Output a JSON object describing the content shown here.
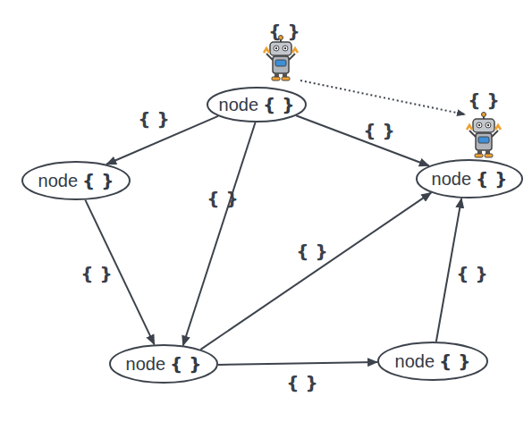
{
  "diagram": {
    "nodes": [
      {
        "text": [
          "node",
          "{ }"
        ]
      },
      {
        "text": [
          "node",
          "{ }"
        ]
      },
      {
        "text": [
          "node",
          "{ }"
        ]
      },
      {
        "text": [
          "node",
          "{ }"
        ]
      },
      {
        "text": [
          "node",
          "{ }"
        ]
      }
    ],
    "edges": [
      {
        "from": 0,
        "to": 1,
        "arrow": "to",
        "label": "{ }"
      },
      {
        "from": 0,
        "to": 3,
        "arrow": "to",
        "label": "{ }"
      },
      {
        "from": 0,
        "to": 2,
        "arrow": "to",
        "label": "{ }"
      },
      {
        "from": 1,
        "to": 3,
        "arrow": "to",
        "label": "{ }"
      },
      {
        "from": 3,
        "to": 2,
        "arrow": "to",
        "label": "{ }"
      },
      {
        "from": 3,
        "to": 4,
        "arrow": "to",
        "label": "{ }"
      },
      {
        "from": 4,
        "to": 2,
        "arrow": "to",
        "label": "{ }"
      }
    ],
    "labels": [
      "{ }",
      "{ }"
    ]
  }
}
